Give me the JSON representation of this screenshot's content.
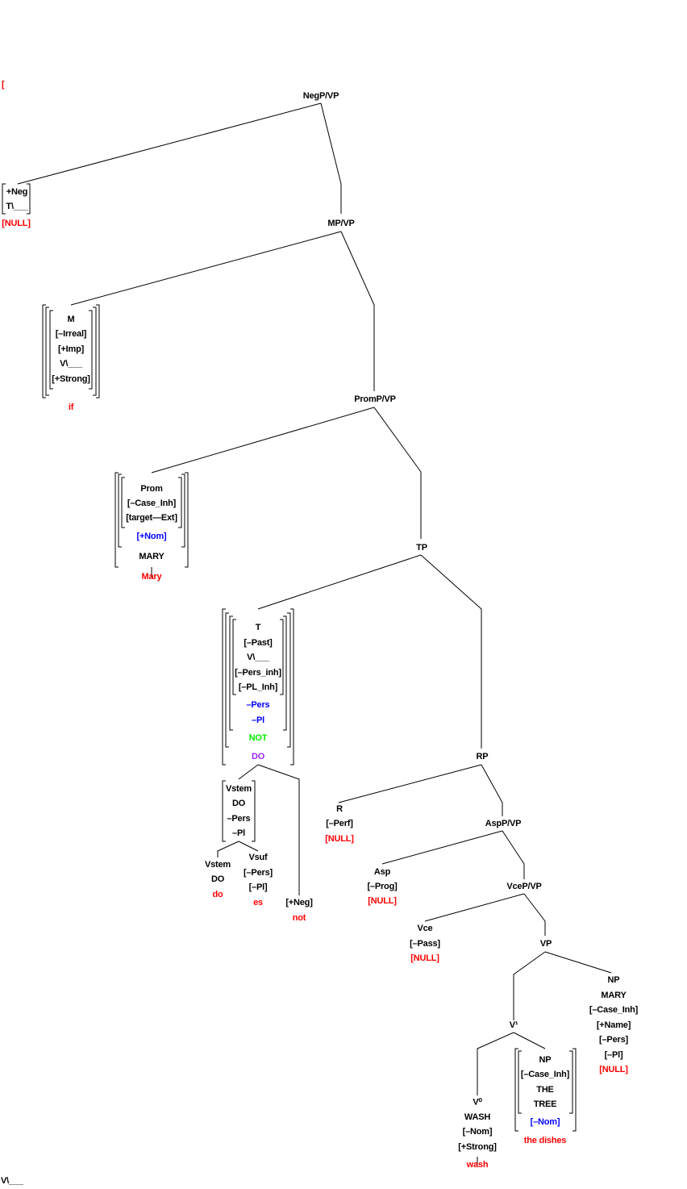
{
  "colors": {
    "text": "#000000",
    "surface_form": "#ff0000",
    "agreement": "#0000ff",
    "neg": "#00ee00",
    "do": "#9a2cf0"
  },
  "tree": {
    "stray_bracket": "[",
    "negp": "NegP/VP",
    "neg_head": {
      "lines": [
        "+Neg",
        "T\\___"
      ],
      "surface": "[NULL]"
    },
    "mp": "MP/VP",
    "m_head": {
      "lines": [
        "M",
        "[–Irreal]",
        "[+Imp]",
        "V\\___",
        "[+Strong]"
      ],
      "surface": "if"
    },
    "promp": "PromP/VP",
    "prom_head": {
      "lines": [
        "Prom",
        "[–Case_Inh]",
        "[target—Ext]",
        "[+Nom]",
        "MARY"
      ],
      "surface": "Mary"
    },
    "tp": "TP",
    "t_head": {
      "lines": [
        "T",
        "[–Past]",
        "V\\___",
        "[–Pers_inh]",
        "[–PL_Inh]",
        "–Pers",
        "–Pl",
        "NOT",
        "DO"
      ]
    },
    "vstem_complex": {
      "lines": [
        "Vstem",
        "DO",
        "–Pers",
        "–Pl"
      ]
    },
    "vstem": {
      "lines": [
        "Vstem",
        "DO"
      ],
      "surface": "do"
    },
    "vsuf": {
      "lines": [
        "Vsuf",
        "[–Pers]",
        "[–Pl]"
      ],
      "surface": "es"
    },
    "neg": {
      "lines": [
        "[+Neg]"
      ],
      "surface": "not"
    },
    "rp": "RP",
    "r_head": {
      "lines": [
        "R",
        "[–Perf]"
      ],
      "surface": "[NULL]"
    },
    "aspp": "AspP/VP",
    "asp_head": {
      "lines": [
        "Asp",
        "[–Prog]"
      ],
      "surface": "[NULL]"
    },
    "vcep": "VceP/VP",
    "vce_head": {
      "lines": [
        "Vce",
        "[–Pass]"
      ],
      "surface": "[NULL]"
    },
    "vp": "VP",
    "np_subj": {
      "lines": [
        "NP",
        "MARY",
        "[–Case_Inh]",
        "[+Name]",
        "[–Pers]",
        "[–Pl]"
      ],
      "surface": "[NULL]"
    },
    "v1": "V¹",
    "v0": {
      "lines": [
        "V⁰",
        "WASH",
        "[–Nom]",
        "[+Strong]"
      ],
      "surface": "wash"
    },
    "np_obj": {
      "lines": [
        "NP",
        "[–Case_Inh]",
        "THE",
        "TREE",
        "[–Nom]"
      ],
      "surface": "the dishes"
    },
    "stray_v": "V\\___"
  }
}
